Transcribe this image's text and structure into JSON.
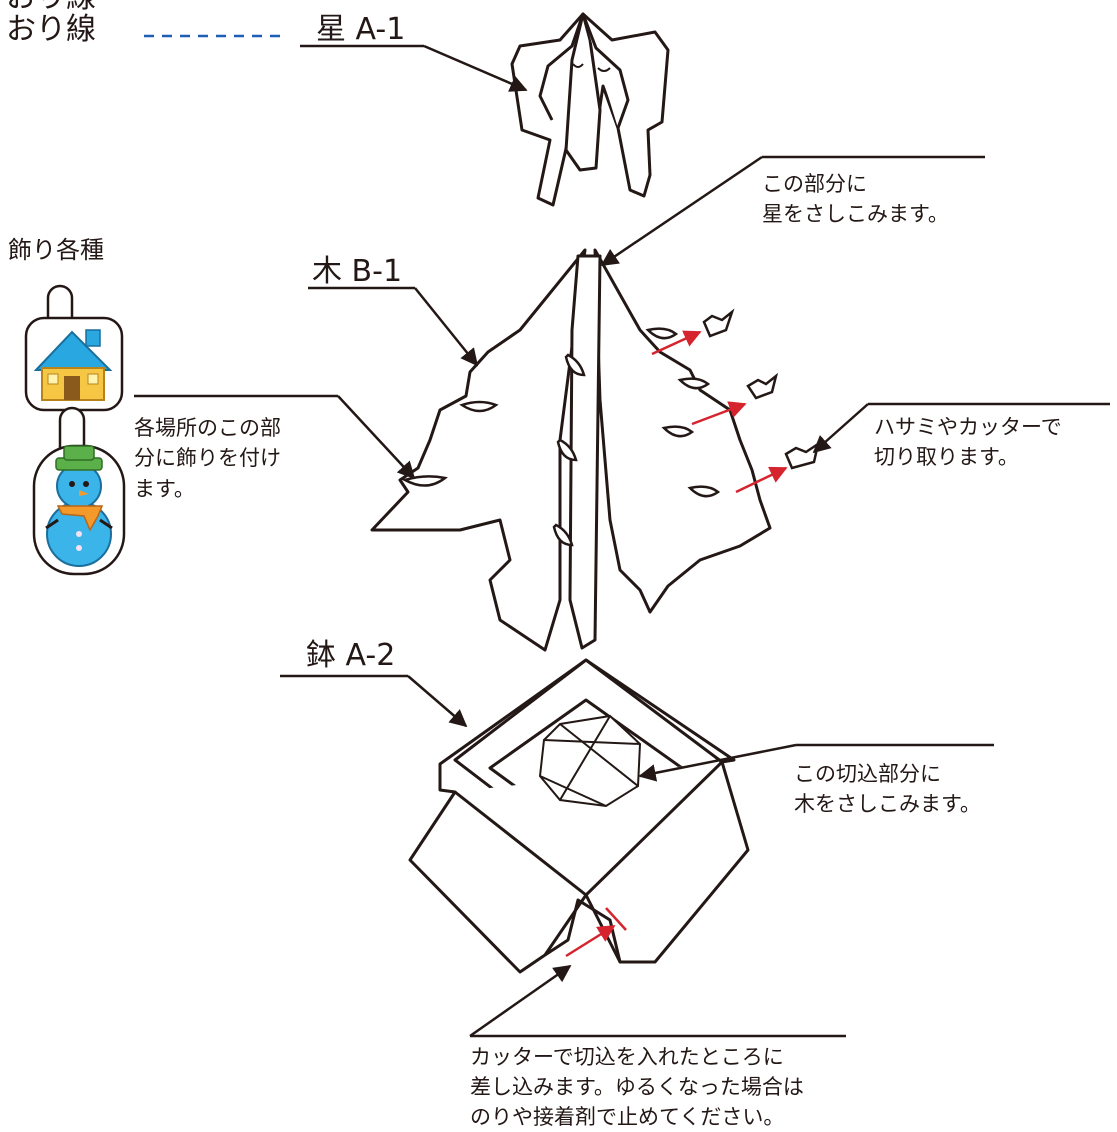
{
  "legend": {
    "top_cut_label": "おり線",
    "fold_label": "おり線",
    "fold_line_color": "#1d5fb5"
  },
  "parts": {
    "star": "星 A-1",
    "tree": "木 B-1",
    "pot": "鉢 A-2"
  },
  "decorations": {
    "title": "飾り各種",
    "note": "各場所のこの部\n分に飾りを付け\nます。"
  },
  "notes": {
    "star_insert": "この部分に\n星をさしこみます。",
    "scissors": "ハサミやカッターで\n切り取ります。",
    "tree_insert": "この切込部分に\n木をさしこみます。",
    "slit_insert": "カッターで切込を入れたところに\n差し込みます。ゆるくなった場合は\nのりや接着剤で止めてください。"
  },
  "colors": {
    "line": "#231815",
    "arrow_red": "#d6242f",
    "house_roof": "#29a7e1",
    "house_wall": "#f5c744",
    "snowman_body": "#3bb4ea",
    "snowman_hat": "#5bb04a",
    "snowman_scarf": "#f39a2b"
  }
}
